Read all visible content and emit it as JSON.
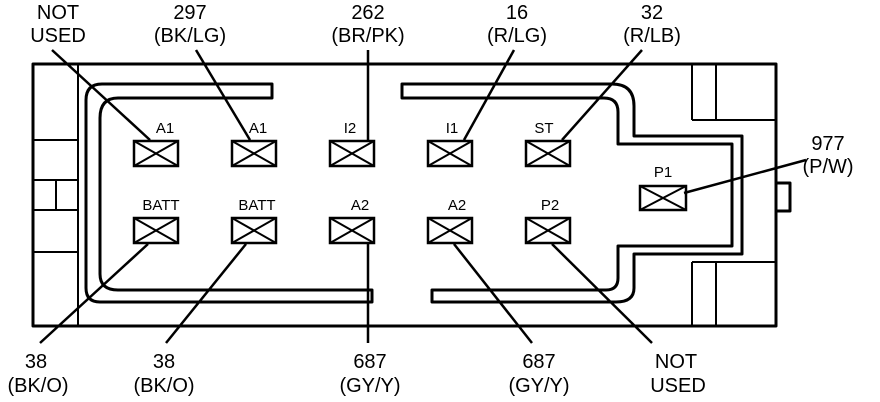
{
  "connector": {
    "pins": {
      "a1_left": "A1",
      "a1_right": "A1",
      "i2": "I2",
      "i1": "I1",
      "st": "ST",
      "p1": "P1",
      "batt_left": "BATT",
      "batt_right": "BATT",
      "a2_left": "A2",
      "a2_right": "A2",
      "p2": "P2"
    }
  },
  "callouts": {
    "not_used_top": {
      "line1": "NOT",
      "line2": "USED"
    },
    "wire_297": {
      "circuit": "297",
      "color": "(BK/LG)"
    },
    "wire_262": {
      "circuit": "262",
      "color": "(BR/PK)"
    },
    "wire_16": {
      "circuit": "16",
      "color": "(R/LG)"
    },
    "wire_32": {
      "circuit": "32",
      "color": "(R/LB)"
    },
    "wire_977": {
      "circuit": "977",
      "color": "(P/W)"
    },
    "wire_38_left": {
      "circuit": "38",
      "color": "(BK/O)"
    },
    "wire_38_right": {
      "circuit": "38",
      "color": "(BK/O)"
    },
    "wire_687_left": {
      "circuit": "687",
      "color": "(GY/Y)"
    },
    "wire_687_right": {
      "circuit": "687",
      "color": "(GY/Y)"
    },
    "not_used_bottom": {
      "line1": "NOT",
      "line2": "USED"
    }
  }
}
